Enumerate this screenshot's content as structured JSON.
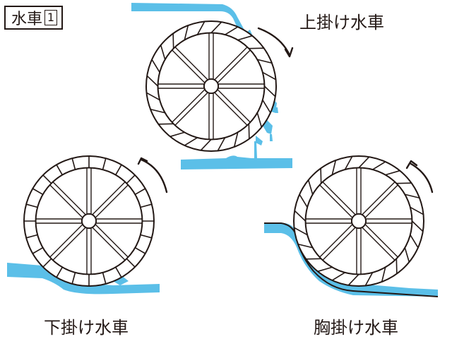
{
  "header": {
    "title": "水車",
    "number": "1"
  },
  "wheels": [
    {
      "id": "overshot",
      "label": "上掛け水車"
    },
    {
      "id": "undershot",
      "label": "下掛け水車"
    },
    {
      "id": "breastshot",
      "label": "胸掛け水車"
    }
  ],
  "colors": {
    "water": "#5bbfe8",
    "line": "#231815",
    "background": "#ffffff"
  }
}
